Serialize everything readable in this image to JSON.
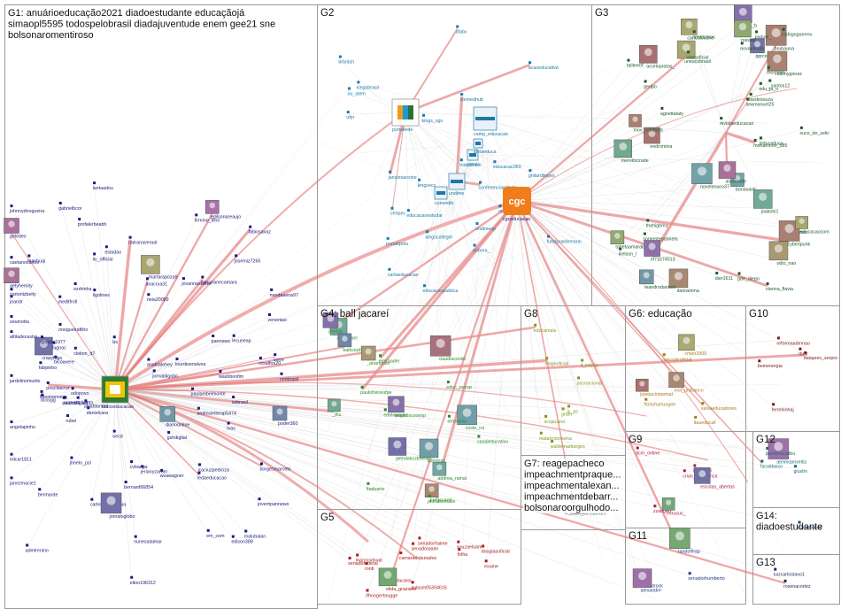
{
  "groups": [
    {
      "id": "G1",
      "lines": [
        "G1: anuárioeducação2021 diadoestudante educaçãojá",
        "simaopl5595 todospelobrasil diadajuventude enem gee21 sne",
        "bolsonaromentiroso"
      ]
    },
    {
      "id": "G2",
      "lines": [
        "G2"
      ]
    },
    {
      "id": "G3",
      "lines": [
        "G3"
      ]
    },
    {
      "id": "G4",
      "lines": [
        "G4: ball jacareí"
      ]
    },
    {
      "id": "G5",
      "lines": [
        "G5"
      ]
    },
    {
      "id": "G6",
      "lines": [
        "G6: educação"
      ]
    },
    {
      "id": "G7",
      "lines": [
        "G7: reagepacheco",
        "impeachmentpraque...",
        "impeachmentalexan...",
        "impeachmentdebarr...",
        "bolsonaroorgulhodo..."
      ]
    },
    {
      "id": "G8",
      "lines": [
        "G8"
      ]
    },
    {
      "id": "G9",
      "lines": [
        "G9"
      ]
    },
    {
      "id": "G10",
      "lines": [
        "G10"
      ]
    },
    {
      "id": "G11",
      "lines": [
        "G11"
      ]
    },
    {
      "id": "G12",
      "lines": [
        "G12"
      ]
    },
    {
      "id": "G13",
      "lines": [
        "G13"
      ]
    },
    {
      "id": "G14",
      "lines": [
        "G14:",
        "diadoestudante"
      ]
    }
  ],
  "hubs": [
    {
      "id": "todoseducacao",
      "label": "todoseducacao",
      "color": "#1b1b7a"
    },
    {
      "id": "cgceducacao",
      "label": "cgceducacao",
      "color": "#1b1b7a",
      "logo": "cgc"
    },
    {
      "id": "portallede",
      "label": "portallede",
      "color": "#1b7a9c"
    },
    {
      "id": "undime",
      "label": "undime",
      "color": "#1b7a9c"
    },
    {
      "id": "consedbr",
      "label": "consedbr",
      "color": "#1b7a9c"
    },
    {
      "id": "camp_educacao",
      "label": "camp_educacao",
      "color": "#1b7a9c"
    },
    {
      "id": "porvir",
      "label": "porvir",
      "color": "#1b7a9c"
    },
    {
      "id": "ideiaeduca",
      "label": "ideiaeduca",
      "color": "#1b7a9c"
    }
  ],
  "nodes": [
    {
      "g": "G1",
      "t": "oecd"
    },
    {
      "g": "G1",
      "t": "fugnac"
    },
    {
      "g": "G1",
      "t": "danielcara"
    },
    {
      "g": "G1",
      "t": "araeara"
    },
    {
      "g": "G1",
      "t": "fabiosavaz"
    },
    {
      "g": "G1",
      "t": "jovannaszalve"
    },
    {
      "g": "G1",
      "t": "geledes"
    },
    {
      "g": "G1",
      "t": "cleiton_d7"
    },
    {
      "g": "G1",
      "t": "edison388"
    },
    {
      "g": "G1",
      "t": "nandaaena97"
    },
    {
      "g": "G1",
      "t": "bicoavere"
    },
    {
      "g": "G1",
      "t": "crazyfogo"
    },
    {
      "g": "G1",
      "t": "zeneriasi"
    },
    {
      "g": "G1",
      "t": "em_com"
    },
    {
      "g": "G1",
      "t": "odopovo"
    },
    {
      "g": "G1",
      "t": "sabrasil"
    },
    {
      "g": "G1",
      "t": "firmino_filho"
    },
    {
      "g": "G1",
      "t": "ezdrinha"
    },
    {
      "g": "G1",
      "t": "joandr"
    },
    {
      "g": "G1",
      "t": "profalerbeabh"
    },
    {
      "g": "G1",
      "t": "washbonfim"
    },
    {
      "g": "G1",
      "t": "diarioonline"
    },
    {
      "g": "G1",
      "t": "paulobilkiaki"
    },
    {
      "g": "G1",
      "t": "natranaveraal"
    },
    {
      "g": "G1",
      "t": "anacrya31"
    },
    {
      "g": "G1",
      "t": "cvbanga"
    },
    {
      "g": "G1",
      "t": "paulambelmonte"
    },
    {
      "g": "G1",
      "t": "admlrenino"
    },
    {
      "g": "G1",
      "t": "lourdesmalvea"
    },
    {
      "g": "G1",
      "t": "minorianecamara"
    },
    {
      "g": "G1",
      "t": "jhnelo_psl"
    },
    {
      "g": "G1",
      "t": "malubalan"
    },
    {
      "g": "G1",
      "t": "jovempannews"
    },
    {
      "g": "G1",
      "t": "martarapoza9"
    },
    {
      "g": "G1",
      "t": "ligolines"
    },
    {
      "g": "G1",
      "t": "jcaciuzpedroza"
    },
    {
      "g": "G1",
      "t": "gshdigital"
    },
    {
      "g": "G1",
      "t": "getyhemity"
    },
    {
      "g": "G1",
      "t": "priscilacruz"
    },
    {
      "g": "G1",
      "t": "nunesalaimar"
    },
    {
      "g": "G1",
      "t": "josemiz7265"
    },
    {
      "g": "G1",
      "t": "gabrielbcor"
    },
    {
      "g": "G1",
      "t": "rubei"
    },
    {
      "g": "G1",
      "t": "ledaeducacao"
    },
    {
      "g": "G1",
      "t": "johnnydnogueira"
    },
    {
      "g": "G1",
      "t": "edcar1811"
    },
    {
      "g": "G1",
      "t": "h_bneto"
    },
    {
      "g": "G1",
      "t": "borgesmarcelo"
    },
    {
      "g": "G1",
      "t": "corre"
    },
    {
      "g": "G1",
      "t": "wzawagner"
    },
    {
      "g": "G1",
      "t": "carlenaacademia"
    },
    {
      "g": "G1",
      "t": "edilsonareaujo"
    },
    {
      "g": "G1",
      "t": "jerianyzarom"
    },
    {
      "g": "G1",
      "t": "fabpinho"
    },
    {
      "g": "G1",
      "t": "atilafdantas"
    },
    {
      "g": "G1",
      "t": "meditfroll"
    },
    {
      "g": "G1",
      "t": "lidenirennes"
    },
    {
      "g": "G1",
      "t": "zartoriizbelty"
    },
    {
      "g": "G1",
      "t": "altiladecastro"
    },
    {
      "g": "G1",
      "t": "bernard66854"
    },
    {
      "g": "G1",
      "t": "janezmacie1"
    },
    {
      "g": "G1",
      "t": "elton196312"
    },
    {
      "g": "G1",
      "t": "lecuneap"
    },
    {
      "g": "G1",
      "t": "anaktatehey"
    },
    {
      "g": "G1",
      "t": "jornaloglobo"
    },
    {
      "g": "G1",
      "t": "jardelinomurilo"
    },
    {
      "g": "G1",
      "t": "rosalfira20"
    },
    {
      "g": "G1",
      "t": "neia20089"
    },
    {
      "g": "G1",
      "t": "zeumotta"
    },
    {
      "g": "G1",
      "t": "andreambeap5474"
    },
    {
      "g": "G1",
      "t": "angelapinho"
    },
    {
      "g": "G1",
      "t": "jornaldigobo"
    },
    {
      "g": "G1",
      "t": "cjcosta1977"
    },
    {
      "g": "G1",
      "t": "manhuqi"
    },
    {
      "g": "G1",
      "t": "dcosgg"
    },
    {
      "g": "G1",
      "t": "liv_official"
    },
    {
      "g": "G1",
      "t": "poder360"
    },
    {
      "g": "G1",
      "t": "lantaadou"
    },
    {
      "g": "G1",
      "t": "estadao"
    },
    {
      "g": "G1",
      "t": "cnnbrasil"
    },
    {
      "g": "G1",
      "t": "caetanocarlos"
    },
    {
      "g": "G1",
      "t": "tvas"
    },
    {
      "g": "G1",
      "t": "onoguelrafilho"
    },
    {
      "g": "G1",
      "t": "bs"
    },
    {
      "g": "G1",
      "t": "pannews"
    },
    {
      "g": "G1",
      "t": "bermarde"
    },
    {
      "g": "G2",
      "t": "ufabc"
    },
    {
      "g": "G2",
      "t": "kingsecs"
    },
    {
      "g": "G2",
      "t": "brbritsh"
    },
    {
      "g": "G2",
      "t": "ou_stem"
    },
    {
      "g": "G2",
      "t": "janicesansine"
    },
    {
      "g": "G2",
      "t": "educacaopublica"
    },
    {
      "g": "G2",
      "t": "conferenciacidade"
    },
    {
      "g": "G2",
      "t": "educacaoestudar"
    },
    {
      "g": "G2",
      "t": "cartaeducacao"
    },
    {
      "g": "G2",
      "t": "ghilardilopes"
    },
    {
      "g": "G2",
      "t": "undimesp"
    },
    {
      "g": "G2",
      "t": "stemedhub"
    },
    {
      "g": "G2",
      "t": "kingsbrasil"
    },
    {
      "g": "G2",
      "t": "ufpr"
    },
    {
      "g": "G2",
      "t": "kingscollegel"
    },
    {
      "g": "G2",
      "t": "debora_"
    },
    {
      "g": "G2",
      "t": "cenpec"
    },
    {
      "g": "G2",
      "t": "kings_sgs"
    },
    {
      "g": "G2",
      "t": "educacao360"
    },
    {
      "g": "G2",
      "t": "openuniversity"
    },
    {
      "g": "G2",
      "t": "portalqedu"
    },
    {
      "g": "G2",
      "t": "fundacaolemann"
    },
    {
      "g": "G2",
      "t": "acaoeducativa"
    },
    {
      "g": "G2",
      "t": "todasbase"
    },
    {
      "g": "G3",
      "t": "1a_a_b"
    },
    {
      "g": "G3",
      "t": "carlosdiosne"
    },
    {
      "g": "G3",
      "t": "_santos12"
    },
    {
      "g": "G3",
      "t": "danramma"
    },
    {
      "g": "G3",
      "t": "bonasaoll"
    },
    {
      "g": "G3",
      "t": "mereitricrade"
    },
    {
      "g": "G3",
      "t": "dan1611"
    },
    {
      "g": "G3",
      "t": "taliteeof"
    },
    {
      "g": "G3",
      "t": "vianna_flavia"
    },
    {
      "g": "G3",
      "t": "qqrcolaamam"
    },
    {
      "g": "G3",
      "t": "somentegabriela"
    },
    {
      "g": "G3",
      "t": "odio_nao"
    },
    {
      "g": "G3",
      "t": "brubauna"
    },
    {
      "g": "G3",
      "t": "gde_diego"
    },
    {
      "g": "G3",
      "t": "aluiscoste"
    },
    {
      "g": "G3",
      "t": "mribeiromec"
    },
    {
      "g": "G3",
      "t": "monatrinho_585"
    },
    {
      "g": "G3",
      "t": "edu_ja_o"
    },
    {
      "g": "G3",
      "t": "noveleouco37"
    },
    {
      "g": "G3",
      "t": "arcelopratas_"
    },
    {
      "g": "G3",
      "t": "unescobrasil"
    },
    {
      "g": "G3",
      "t": "joakohi1"
    },
    {
      "g": "G3",
      "t": "geripo"
    },
    {
      "g": "G3",
      "t": "tabetaamaralsp"
    },
    {
      "g": "G3",
      "t": "suco_de_selic"
    },
    {
      "g": "G3",
      "t": "ubesoficial"
    },
    {
      "g": "G3",
      "t": "kielson_l"
    },
    {
      "g": "G3",
      "t": "endromina"
    },
    {
      "g": "G3",
      "t": "revistaeducacao"
    },
    {
      "g": "G3",
      "t": "arwmanuel25"
    },
    {
      "g": "G3",
      "t": "leandrodantoni"
    },
    {
      "g": "G3",
      "t": "paduie_"
    },
    {
      "g": "G3",
      "t": "ruizthygoruiz"
    },
    {
      "g": "G3",
      "t": "agnettataty"
    },
    {
      "g": "G3",
      "t": "cyberlpunk"
    },
    {
      "g": "G3",
      "t": "centrismos"
    },
    {
      "g": "G3",
      "t": "jeduceduca"
    },
    {
      "g": "G3",
      "t": "rodrigoguerrex"
    },
    {
      "g": "G3",
      "t": "novaescola"
    },
    {
      "g": "G3",
      "t": "laxdesouza"
    },
    {
      "g": "G3",
      "t": "nf71674513"
    },
    {
      "g": "G3",
      "t": "rossiell"
    },
    {
      "g": "G3",
      "t": "mochilel"
    },
    {
      "g": "G3",
      "t": "thehighmu"
    },
    {
      "g": "G3",
      "t": "mov_colabora"
    },
    {
      "g": "G3",
      "t": "educacaocom"
    },
    {
      "g": "G4",
      "t": "arquidiocesesp"
    },
    {
      "g": "G4",
      "t": "claudiacostin"
    },
    {
      "g": "G4",
      "t": "_lhu"
    },
    {
      "g": "G4",
      "t": "prefjacarei"
    },
    {
      "g": "G4",
      "t": "paulofreireufpe"
    },
    {
      "g": "G4",
      "t": "coste_rui"
    },
    {
      "g": "G4",
      "t": "ltaduarte"
    },
    {
      "g": "G4",
      "t": "canaleducativo"
    },
    {
      "g": "G4",
      "t": "pluralsemalle"
    },
    {
      "g": "G4",
      "t": "emiraader"
    },
    {
      "g": "G4",
      "t": "arnafavio"
    },
    {
      "g": "G4",
      "t": "anamoser"
    },
    {
      "g": "G4",
      "t": "andrea_ramal"
    },
    {
      "g": "G4",
      "t": "apeoesp"
    },
    {
      "g": "G4",
      "t": "glendakozlowski"
    },
    {
      "g": "G4",
      "t": "ballcorphq"
    },
    {
      "g": "G4",
      "t": "edelmanpr"
    },
    {
      "g": "G4",
      "t": "_anamoser"
    },
    {
      "g": "G4",
      "t": "jpucsp"
    },
    {
      "g": "G4",
      "t": "educ_pucsp"
    },
    {
      "g": "G5",
      "t": "camaradeputados"
    },
    {
      "g": "G5",
      "t": "folha"
    },
    {
      "g": "G5",
      "t": "anlasm05304616"
    },
    {
      "g": "G5",
      "t": "ronb"
    },
    {
      "g": "G5",
      "t": "senadofederal"
    },
    {
      "g": "G5",
      "t": "marcosdoval"
    },
    {
      "g": "G5",
      "t": "rfhoogerbrugge"
    },
    {
      "g": "G5",
      "t": "rivelacaroi"
    },
    {
      "g": "G5",
      "t": "exame"
    },
    {
      "g": "G5",
      "t": "souzaeluam"
    },
    {
      "g": "G5",
      "t": "elida_graziane"
    },
    {
      "g": "G5",
      "t": "senadorhaime"
    },
    {
      "g": "G5",
      "t": "senadorpaim"
    },
    {
      "g": "G5",
      "t": "douglasoficial"
    },
    {
      "g": "G6",
      "t": "josejacintoemat"
    },
    {
      "g": "G6",
      "t": "itaueducaf"
    },
    {
      "g": "G6",
      "t": "inst_unibanco"
    },
    {
      "g": "G6",
      "t": "floriohartungee"
    },
    {
      "g": "G6",
      "t": "naturabroficial"
    },
    {
      "g": "G6",
      "t": "salvaeducadores"
    },
    {
      "g": "G6",
      "t": "cmen2900"
    },
    {
      "g": "G7",
      "t": "b_guarao"
    },
    {
      "g": "G7",
      "t": "adrianamarx1234"
    },
    {
      "g": "G7",
      "t": "sen_alessandro"
    },
    {
      "g": "G8",
      "t": "pacnacional"
    },
    {
      "g": "G8",
      "t": "jc_ps"
    },
    {
      "g": "G8",
      "t": "educamais"
    },
    {
      "g": "G8",
      "t": "gram"
    },
    {
      "g": "G8",
      "t": "ll_interbr"
    },
    {
      "g": "G8",
      "t": "waldemarborges"
    },
    {
      "g": "G8",
      "t": "xcvjacarei"
    },
    {
      "g": "G8",
      "t": "instalyctonsena"
    },
    {
      "g": "G8",
      "t": "elapeoficial"
    },
    {
      "g": "G9",
      "t": "zzangeri"
    },
    {
      "g": "G9",
      "t": "lucfbrasil"
    },
    {
      "g": "G9",
      "t": "crian_esperanca"
    },
    {
      "g": "G9",
      "t": "dcm_online"
    },
    {
      "g": "G9",
      "t": "escolas_abertas"
    },
    {
      "g": "G9",
      "t": "intrusus_"
    },
    {
      "g": "G10",
      "t": "ferrelrinhaj"
    },
    {
      "g": "G10",
      "t": "bemenergia"
    },
    {
      "g": "G10",
      "t": "reformaadmnao"
    },
    {
      "g": "G10",
      "t": "rbnlt"
    },
    {
      "g": "G10",
      "t": "dalaprev_serpro"
    },
    {
      "g": "G11",
      "t": "randolfeap"
    },
    {
      "g": "G11",
      "t": "jubrasilstrock"
    },
    {
      "g": "G11",
      "t": "alexandre"
    },
    {
      "g": "G11",
      "t": "senadorhumberto"
    },
    {
      "g": "G12",
      "t": "ateimopriveitiz"
    },
    {
      "g": "G12",
      "t": "faculdasco"
    },
    {
      "g": "G12",
      "t": "giustin"
    },
    {
      "g": "G12",
      "t": "pandoraciatbu"
    },
    {
      "g": "G13",
      "t": "rosenacortez"
    },
    {
      "g": "G13",
      "t": "luizcarlostavo1"
    },
    {
      "g": "G14",
      "t": "nzmendes1"
    }
  ]
}
